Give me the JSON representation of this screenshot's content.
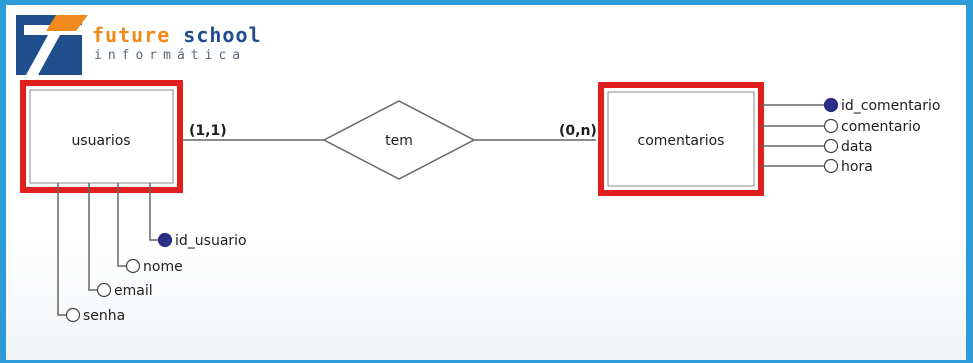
{
  "logo": {
    "title_word1": "future",
    "title_word2": "school",
    "subtitle": "informática"
  },
  "diagram": {
    "entity_left": "usuarios",
    "entity_right": "comentarios",
    "relationship": "tem",
    "cardinality_left": "(1,1)",
    "cardinality_right": "(0,n)",
    "usuarios_attributes": [
      {
        "label": "id_usuario",
        "key": true
      },
      {
        "label": "nome",
        "key": false
      },
      {
        "label": "email",
        "key": false
      },
      {
        "label": "senha",
        "key": false
      }
    ],
    "comentarios_attributes": [
      {
        "label": "id_comentario",
        "key": true
      },
      {
        "label": "comentario",
        "key": false
      },
      {
        "label": "data",
        "key": false
      },
      {
        "label": "hora",
        "key": false
      }
    ]
  },
  "colors": {
    "frame": "#2d9bd8",
    "highlight": "#e11f1f",
    "key_attribute": "#2b2f86",
    "logo_orange": "#f08a1c",
    "logo_blue": "#1f4e8c"
  }
}
